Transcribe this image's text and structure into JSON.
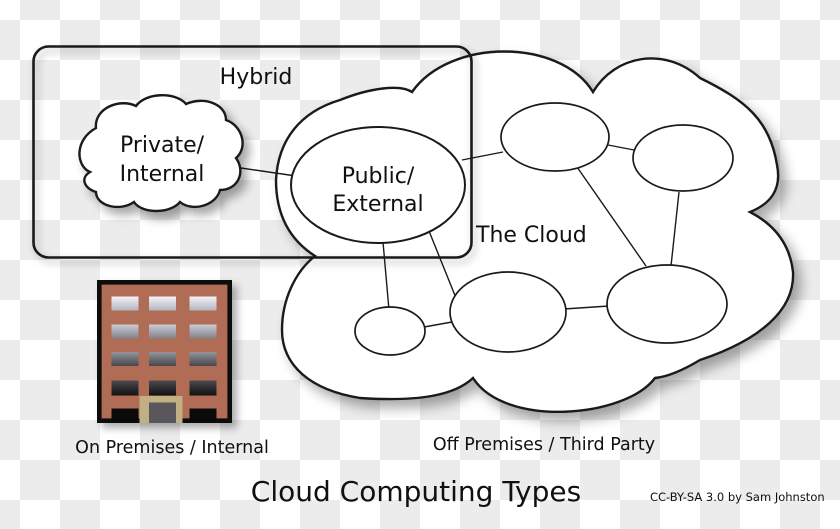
{
  "diagram": {
    "hybrid_label": "Hybrid",
    "private_cloud": {
      "line1": "Private/",
      "line2": "Internal"
    },
    "public_ellipse": {
      "line1": "Public/",
      "line2": "External"
    },
    "big_cloud_label": "The Cloud",
    "on_premises_label": "On Premises / Internal",
    "off_premises_label": "Off Premises / Third Party"
  },
  "footer": {
    "title": "Cloud Computing Types",
    "attribution": "CC-BY-SA 3.0 by Sam Johnston"
  },
  "icons": {
    "building": "building-icon"
  },
  "colors": {
    "outline": "#1a1a1a",
    "shape_fill": "#ffffff",
    "checker_light": "#ffffff",
    "checker_dark": "#ececec",
    "building_wall": "#b16c55",
    "building_door_frame": "#c1b083",
    "building_door": "#59575b"
  }
}
